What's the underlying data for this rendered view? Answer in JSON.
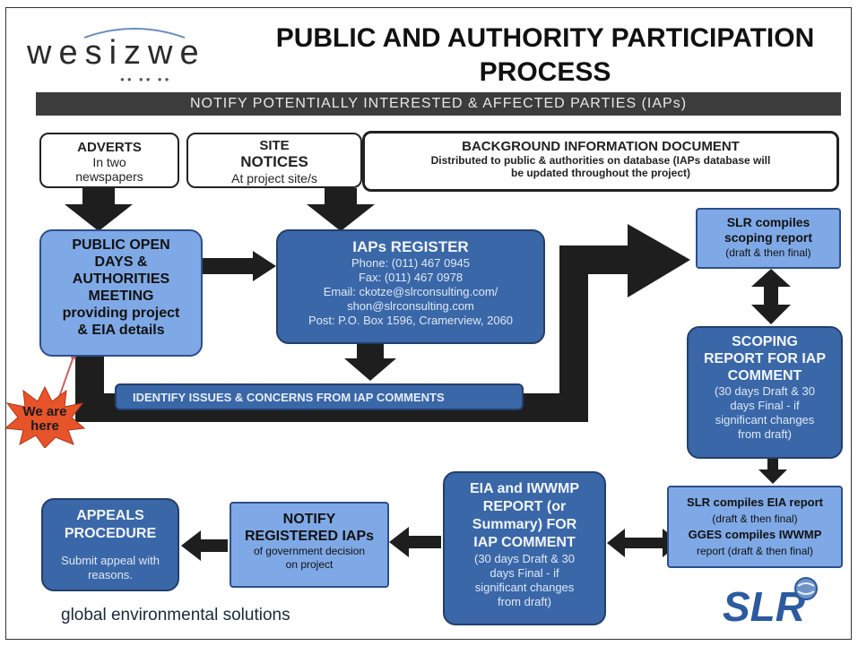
{
  "logo": {
    "word": "wesizwe"
  },
  "title": {
    "line1": "PUBLIC AND AUTHORITY PARTICIPATION",
    "line2": "PROCESS"
  },
  "banner": "NOTIFY POTENTIALLY INTERESTED & AFFECTED PARTIES (IAPs)",
  "notices": {
    "adverts": {
      "heading": "ADVERTS",
      "line1": "In two",
      "line2": "newspapers"
    },
    "site": {
      "heading1": "SITE",
      "heading2": "NOTICES",
      "line1": "At project site/s"
    },
    "bid": {
      "heading": "BACKGROUND INFORMATION DOCUMENT",
      "line1": "Distributed to public & authorities on database (IAPs database will",
      "line2": "be updated throughout the project)"
    }
  },
  "public_open_days": {
    "l1": "PUBLIC OPEN",
    "l2": "DAYS &",
    "l3": "AUTHORITIES",
    "l4": "MEETING",
    "l5": "providing project",
    "l6": "& EIA details"
  },
  "iaps_register": {
    "heading": "IAPs REGISTER",
    "phone": "Phone: (011) 467 0945",
    "fax": "Fax:    (011) 467 0978",
    "email1": "Email: ckotze@slrconsulting.com/",
    "email2": "shon@slrconsulting.com",
    "post": "Post: P.O. Box 1596, Cramerview, 2060"
  },
  "identify_issues": "IDENTIFY ISSUES & CONCERNS FROM IAP COMMENTS",
  "we_are_here": {
    "l1": "We are",
    "l2": "here"
  },
  "slr_scoping": {
    "l1": "SLR compiles",
    "l2": "scoping report",
    "l3": "(draft & then final)"
  },
  "scoping_comment": {
    "h1": "SCOPING",
    "h2": "REPORT FOR IAP",
    "h3": "COMMENT",
    "b1": "(30 days Draft & 30",
    "b2": "days Final - if",
    "b3": "significant changes",
    "b4": "from draft)"
  },
  "slr_eia": {
    "l1": "SLR compiles EIA report",
    "l2": "(draft & then final)",
    "l3": "GGES compiles IWWMP",
    "l4": "report (draft & then final)"
  },
  "eia_comment": {
    "h1": "EIA and IWWMP",
    "h2": "REPORT (or",
    "h3": "Summary) FOR",
    "h4": "IAP COMMENT",
    "b1": "(30 days Draft & 30",
    "b2": "days Final - if",
    "b3": "significant changes",
    "b4": "from draft)"
  },
  "notify_registered": {
    "h1": "NOTIFY",
    "h2": "REGISTERED IAPs",
    "b1": "of government decision",
    "b2": "on project"
  },
  "appeals": {
    "h1": "APPEALS",
    "h2": "PROCEDURE",
    "b1": "Submit appeal with",
    "b2": "reasons."
  },
  "footer": "global environmental solutions",
  "slr_logo": "SLR",
  "colors": {
    "light_box": "#7fa9e6",
    "dark_box": "#3a67a8",
    "arrow": "#222222",
    "burst": "#e8542a"
  }
}
